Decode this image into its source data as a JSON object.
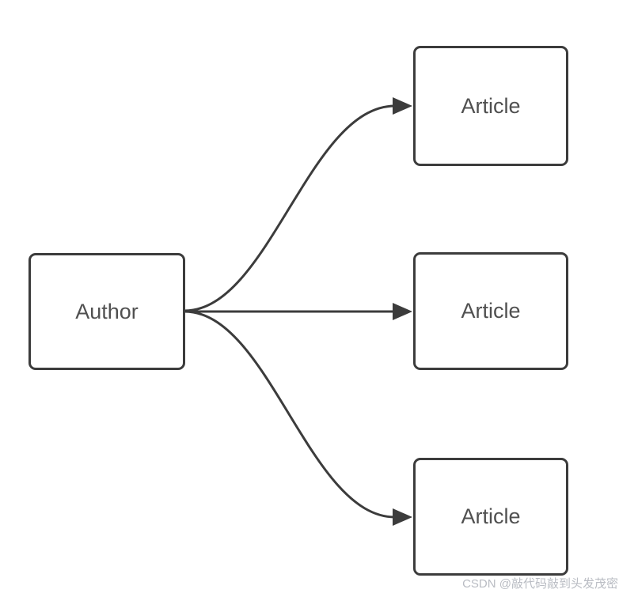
{
  "diagram": {
    "nodes": [
      {
        "id": "author",
        "label": "Author"
      },
      {
        "id": "article-1",
        "label": "Article"
      },
      {
        "id": "article-2",
        "label": "Article"
      },
      {
        "id": "article-3",
        "label": "Article"
      }
    ],
    "edges": [
      {
        "from": "author",
        "to": "article-1",
        "style": "s-curve-up"
      },
      {
        "from": "author",
        "to": "article-2",
        "style": "straight"
      },
      {
        "from": "author",
        "to": "article-3",
        "style": "s-curve-down"
      }
    ],
    "colors": {
      "stroke": "#3c3c3c",
      "node_fill": "#ffffff",
      "label_text": "#505050",
      "background": "#ffffff"
    }
  },
  "watermark": {
    "text": "CSDN @敲代码敲到头发茂密",
    "color": "#b9bcc3"
  }
}
